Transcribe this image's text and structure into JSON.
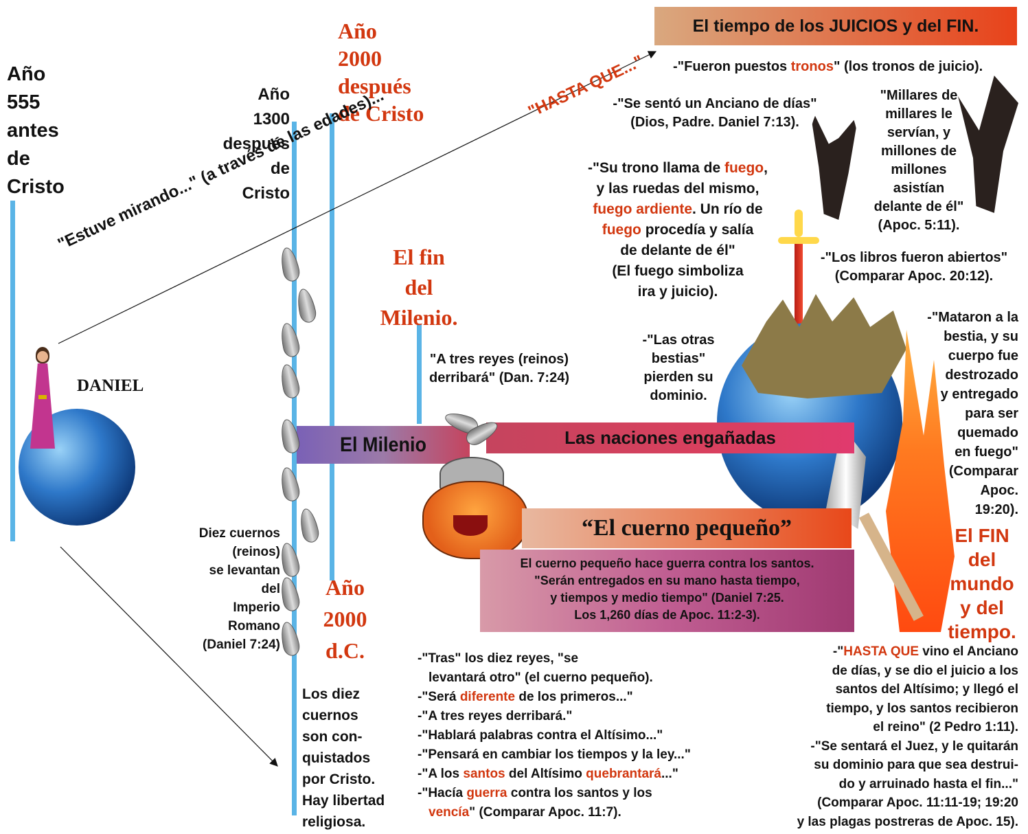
{
  "timeline": {
    "year555": [
      "Año",
      "555",
      "antes",
      "de",
      "Cristo"
    ],
    "year1300": [
      "Año",
      "1300",
      "después",
      "de",
      "Cristo"
    ],
    "year2000": [
      "Año",
      "2000",
      "después",
      "de Cristo"
    ],
    "year2000dc": [
      "Año",
      "2000",
      "d.C."
    ],
    "fin_milenio": [
      "El fin",
      "del",
      "Milenio."
    ]
  },
  "daniel_label": "DANIEL",
  "diag1": "\"Estuve mirando...\" (a través de las edades)...",
  "diag2": "\"HASTA QUE...\"",
  "top_banner": "El tiempo de los JUICIOS y del FIN.",
  "thrones": {
    "pre": "-\"Fueron puestos ",
    "hl": "tronos",
    "post": "\" (los tronos de juicio)."
  },
  "anciano": [
    "-\"Se sentó un Anciano de días\"",
    "(Dios, Padre. Daniel 7:13)."
  ],
  "millares": [
    "\"Millares de",
    "millares le",
    "servían, y",
    "millones de",
    "millones",
    "asistían",
    "delante de él\"",
    "(Apoc. 5:11)."
  ],
  "trono_fuego": {
    "l1a": "-\"Su trono llama de ",
    "l1b": "fuego",
    "l1c": ",",
    "l2": "y las ruedas del mismo,",
    "l3a": "fuego ardiente",
    "l3b": ". Un río de",
    "l4a": "fuego",
    "l4b": " procedía y salía",
    "l5": "de delante de él\"",
    "l6": "(El fuego simboliza",
    "l7": "ira y juicio)."
  },
  "libros": [
    "-\"Los libros fueron abiertos\"",
    "(Comparar Apoc. 20:12)."
  ],
  "otras_bestias": [
    "-\"Las otras",
    "bestias\"",
    "pierden su",
    "dominio."
  ],
  "mataron": [
    "-\"Mataron a la",
    "bestia, y su",
    "cuerpo fue",
    "destrozado",
    "y entregado",
    "para ser",
    "quemado",
    "en fuego\"",
    "(Comparar",
    "Apoc.",
    "19:20)."
  ],
  "tres_reyes": [
    "\"A tres reyes (reinos)",
    "derribará\" (Dan. 7:24)"
  ],
  "milenio": "El Milenio",
  "naciones": "Las naciones engañadas",
  "cuerno_pequeno": "“El cuerno pequeño”",
  "guerra_box": [
    "El cuerno pequeño hace guerra contra los santos.",
    "\"Serán entregados en su mano hasta tiempo,",
    "y tiempos y medio tiempo\" (Daniel 7:25.",
    "Los 1,260 días de Apoc. 11:2-3)."
  ],
  "diez_cuernos": [
    "Diez cuernos",
    "(reinos)",
    "se levantan",
    "del",
    "Imperio",
    "Romano",
    "(Daniel 7:24)"
  ],
  "conquistados": [
    "Los diez",
    "cuernos",
    "son con-",
    "quistados",
    "por Cristo.",
    "Hay libertad",
    "religiosa."
  ],
  "el_fin": [
    "El FIN",
    "del",
    "mundo",
    "y del",
    "tiempo."
  ],
  "list": {
    "l1": "-\"Tras\" los diez reyes, \"se",
    "l2": "levantará otro\" (el cuerno pequeño).",
    "l3a": "-\"Será ",
    "l3b": "diferente",
    "l3c": " de los primeros...\"",
    "l4": "-\"A tres reyes derribará.\"",
    "l5": "-\"Hablará palabras contra el Altísimo...\"",
    "l6": "-\"Pensará en cambiar los tiempos y la ley...\"",
    "l7a": "-\"A los ",
    "l7b": "santos",
    "l7c": " del Altísimo ",
    "l7d": "quebrantará",
    "l7e": "...\"",
    "l8a": "-\"Hacía ",
    "l8b": "guerra",
    "l8c": " contra los santos y los",
    "l9a": "vencía",
    "l9b": "\" (Comparar Apoc. 11:7)."
  },
  "hasta_que_block": {
    "l1a": "-\"",
    "l1b": "HASTA QUE",
    "l1c": " vino el Anciano",
    "l2": "de días, y se dio el juicio a los",
    "l3": "santos del Altísimo; y llegó el",
    "l4": "tiempo, y los santos recibieron",
    "l5": "el reino\" (2 Pedro 1:11).",
    "l6": "-\"Se sentará el Juez, y le quitarán",
    "l7": "su dominio para que sea destrui-",
    "l8": "do y arruinado hasta el fin...\"",
    "l9": "(Comparar Apoc. 11:11-19; 19:20",
    "l10": "y las plagas postreras de Apoc. 15)."
  }
}
